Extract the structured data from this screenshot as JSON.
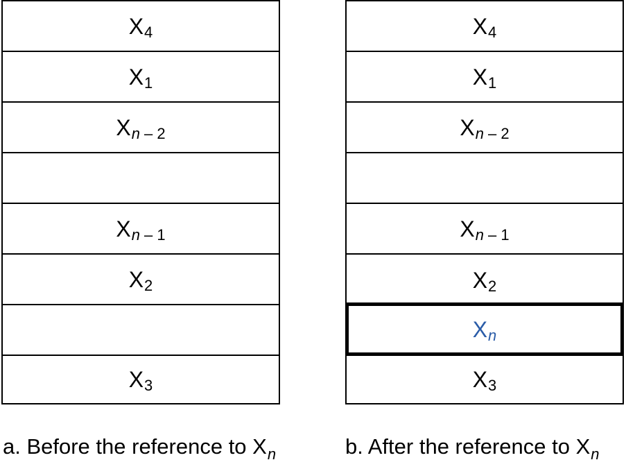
{
  "colors": {
    "highlight_text": "#2a5ca8",
    "line": "#000000"
  },
  "stack_a": {
    "cells": [
      {
        "main": "X",
        "sub_italic": "",
        "sub": "4"
      },
      {
        "main": "X",
        "sub_italic": "",
        "sub": "1"
      },
      {
        "main": "X",
        "sub_italic": "n",
        "sub": " – 2"
      },
      {
        "main": "",
        "sub_italic": "",
        "sub": ""
      },
      {
        "main": "X",
        "sub_italic": "n",
        "sub": " – 1"
      },
      {
        "main": "X",
        "sub_italic": "",
        "sub": "2"
      },
      {
        "main": "",
        "sub_italic": "",
        "sub": ""
      },
      {
        "main": "X",
        "sub_italic": "",
        "sub": "3"
      }
    ],
    "caption": {
      "text": "a. Before the reference to X",
      "sub_italic": "n"
    }
  },
  "stack_b": {
    "cells": [
      {
        "main": "X",
        "sub_italic": "",
        "sub": "4"
      },
      {
        "main": "X",
        "sub_italic": "",
        "sub": "1"
      },
      {
        "main": "X",
        "sub_italic": "n",
        "sub": " – 2"
      },
      {
        "main": "",
        "sub_italic": "",
        "sub": ""
      },
      {
        "main": "X",
        "sub_italic": "n",
        "sub": " – 1"
      },
      {
        "main": "X",
        "sub_italic": "",
        "sub": "2"
      },
      {
        "main": "X",
        "sub_italic": "n",
        "sub": "",
        "highlighted": true
      },
      {
        "main": "X",
        "sub_italic": "",
        "sub": "3"
      }
    ],
    "caption": {
      "text": "b. After the reference to X",
      "sub_italic": "n"
    }
  }
}
